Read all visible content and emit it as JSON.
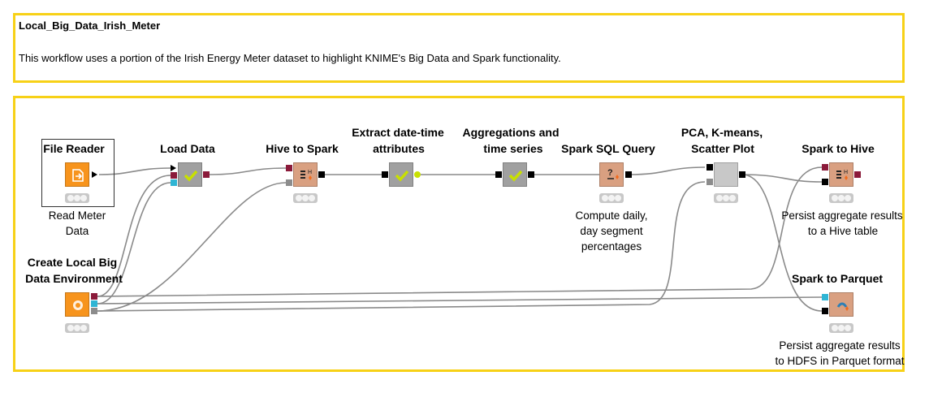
{
  "annotation_top": {
    "title": "Local_Big_Data_Irish_Meter",
    "description": "This workflow uses a portion of the Irish Energy Meter dataset to highlight KNIME's Big Data and Spark functionality."
  },
  "nodes": {
    "file_reader": {
      "title": "File Reader",
      "description_line1": "Read Meter",
      "description_line2": "Data",
      "icon": "file-reader-icon",
      "color": "#f7941d"
    },
    "create_env": {
      "title_line1": "Create Local Big",
      "title_line2": "Data Environment",
      "icon": "create-local-big-data-icon",
      "color": "#f7941d"
    },
    "load_data": {
      "title": "Load Data",
      "icon": "metanode-check-icon",
      "color": "#a0a0a0"
    },
    "hive_to_spark": {
      "title": "Hive to Spark",
      "icon": "hive-to-spark-icon",
      "color": "#d9a081"
    },
    "extract_dt": {
      "title_line1": "Extract date-time",
      "title_line2": "attributes",
      "icon": "metanode-check-icon",
      "color": "#a0a0a0"
    },
    "aggregations": {
      "title_line1": "Aggregations and",
      "title_line2": "time series",
      "icon": "metanode-check-icon",
      "color": "#a0a0a0"
    },
    "spark_sql": {
      "title": "Spark SQL Query",
      "description_line1": "Compute daily,",
      "description_line2": "day segment",
      "description_line3": "percentages",
      "icon": "spark-sql-icon",
      "color": "#d9a081"
    },
    "pca": {
      "title_line1": "PCA, K-means,",
      "title_line2": "Scatter Plot",
      "icon": "metanode-empty-icon",
      "color": "#c8c8c8"
    },
    "spark_to_hive": {
      "title": "Spark to Hive",
      "description_line1": "Persist aggregate results",
      "description_line2": "to a Hive table",
      "icon": "spark-to-hive-icon",
      "color": "#d9a081"
    },
    "spark_to_parquet": {
      "title": "Spark to Parquet",
      "description_line1": "Persist aggregate results",
      "description_line2": "to HDFS in Parquet format",
      "icon": "spark-to-parquet-icon",
      "color": "#d9a081"
    }
  },
  "colors": {
    "annotation_border": "#f7d117",
    "port_database": "#8b1a3a",
    "port_hdfs": "#2fb5d4",
    "port_spark_context": "#8c8c8c",
    "port_data": "#000000",
    "check_green": "#c8e000"
  }
}
